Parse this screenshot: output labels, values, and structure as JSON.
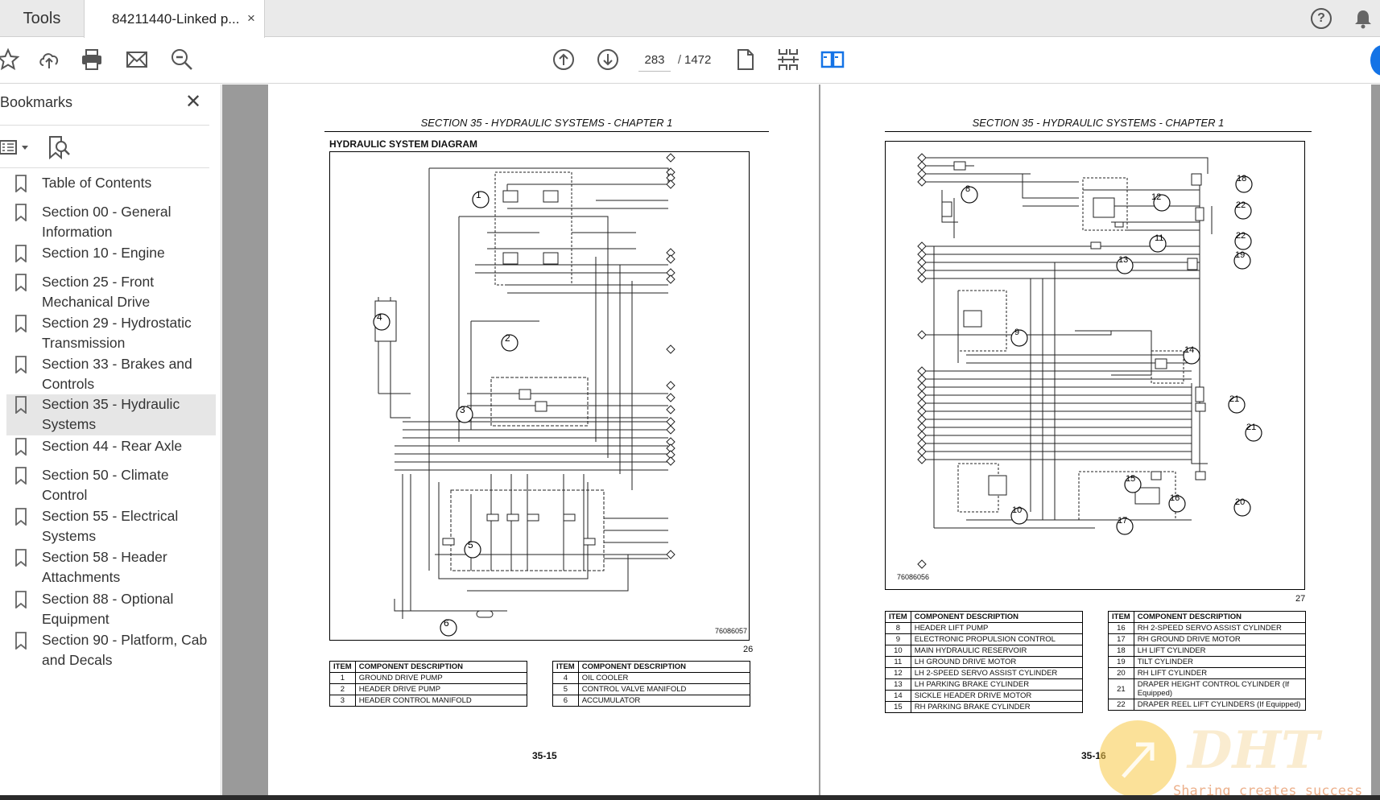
{
  "tabs": {
    "tools": "Tools",
    "document": "84211440-Linked p...",
    "close": "×"
  },
  "toolbar": {
    "current_page": "283",
    "separator": "/",
    "total_pages": "1472",
    "icons": [
      "star-icon",
      "upload-icon",
      "print-icon",
      "mail-icon",
      "zoom-icon",
      "page-up-icon",
      "page-down-icon",
      "single-page-icon",
      "two-page-scroll-icon",
      "two-page-icon"
    ]
  },
  "sidebar": {
    "title": "Bookmarks",
    "close": "✕",
    "items": [
      {
        "label": "Table of Contents"
      },
      {
        "label": "Section 00 - General Information"
      },
      {
        "label": "Section 10 - Engine"
      },
      {
        "label": "Section 25 - Front Mechanical Drive"
      },
      {
        "label": "Section 29 - Hydrostatic Transmission"
      },
      {
        "label": "Section 33 - Brakes and Controls"
      },
      {
        "label": "Section 35 - Hydraulic Systems",
        "selected": true
      },
      {
        "label": "Section 44 - Rear Axle"
      },
      {
        "label": "Section 50 - Climate Control"
      },
      {
        "label": "Section 55 - Electrical Systems"
      },
      {
        "label": "Section 58 - Header Attachments"
      },
      {
        "label": "Section 88 - Optional Equipment"
      },
      {
        "label": "Section 90 - Platform, Cab and Decals"
      }
    ]
  },
  "left_page": {
    "header": "SECTION 35 - HYDRAULIC SYSTEMS - CHAPTER 1",
    "diagram_title": "HYDRAULIC SYSTEM DIAGRAM",
    "figure_id": "76086057",
    "figure_number": "26",
    "callouts": [
      "1",
      "2",
      "3",
      "4",
      "5",
      "6"
    ],
    "table_headers": [
      "ITEM",
      "COMPONENT DESCRIPTION"
    ],
    "table_a": [
      [
        "1",
        "GROUND DRIVE PUMP"
      ],
      [
        "2",
        "HEADER DRIVE PUMP"
      ],
      [
        "3",
        "HEADER CONTROL MANIFOLD"
      ]
    ],
    "table_b": [
      [
        "4",
        "OIL COOLER"
      ],
      [
        "5",
        "CONTROL VALVE MANIFOLD"
      ],
      [
        "6",
        "ACCUMULATOR"
      ]
    ],
    "footer": "35-15"
  },
  "right_page": {
    "header": "SECTION 35 - HYDRAULIC SYSTEMS - CHAPTER 1",
    "figure_id": "76086056",
    "figure_number": "27",
    "callouts": [
      "8",
      "9",
      "10",
      "11",
      "12",
      "13",
      "14",
      "15",
      "16",
      "17",
      "18",
      "19",
      "20",
      "21",
      "21",
      "22",
      "22"
    ],
    "table_headers": [
      "ITEM",
      "COMPONENT DESCRIPTION"
    ],
    "table_a": [
      [
        "8",
        "HEADER LIFT PUMP"
      ],
      [
        "9",
        "ELECTRONIC PROPULSION CONTROL"
      ],
      [
        "10",
        "MAIN HYDRAULIC RESERVOIR"
      ],
      [
        "11",
        "LH GROUND DRIVE MOTOR"
      ],
      [
        "12",
        "LH 2-SPEED SERVO ASSIST CYLINDER"
      ],
      [
        "13",
        "LH PARKING BRAKE CYLINDER"
      ],
      [
        "14",
        "SICKLE HEADER DRIVE MOTOR"
      ],
      [
        "15",
        "RH PARKING BRAKE CYLINDER"
      ]
    ],
    "table_b": [
      [
        "16",
        "RH 2-SPEED SERVO ASSIST CYLINDER"
      ],
      [
        "17",
        "RH GROUND DRIVE MOTOR"
      ],
      [
        "18",
        "LH LIFT CYLINDER"
      ],
      [
        "19",
        "TILT CYLINDER"
      ],
      [
        "20",
        "RH LIFT CYLINDER"
      ],
      [
        "21",
        "DRAPER HEIGHT CONTROL CYLINDER (If Equipped)"
      ],
      [
        "22",
        "DRAPER REEL LIFT CYLINDERS (If Equipped)"
      ]
    ],
    "footer": "35-16"
  },
  "watermark": {
    "logo_text": "DHT",
    "tagline": "Sharing creates success"
  },
  "colors": {
    "accent": "#1473e6",
    "doc_background": "#9a9a9a",
    "selected_bookmark": "#e6e6e6"
  }
}
